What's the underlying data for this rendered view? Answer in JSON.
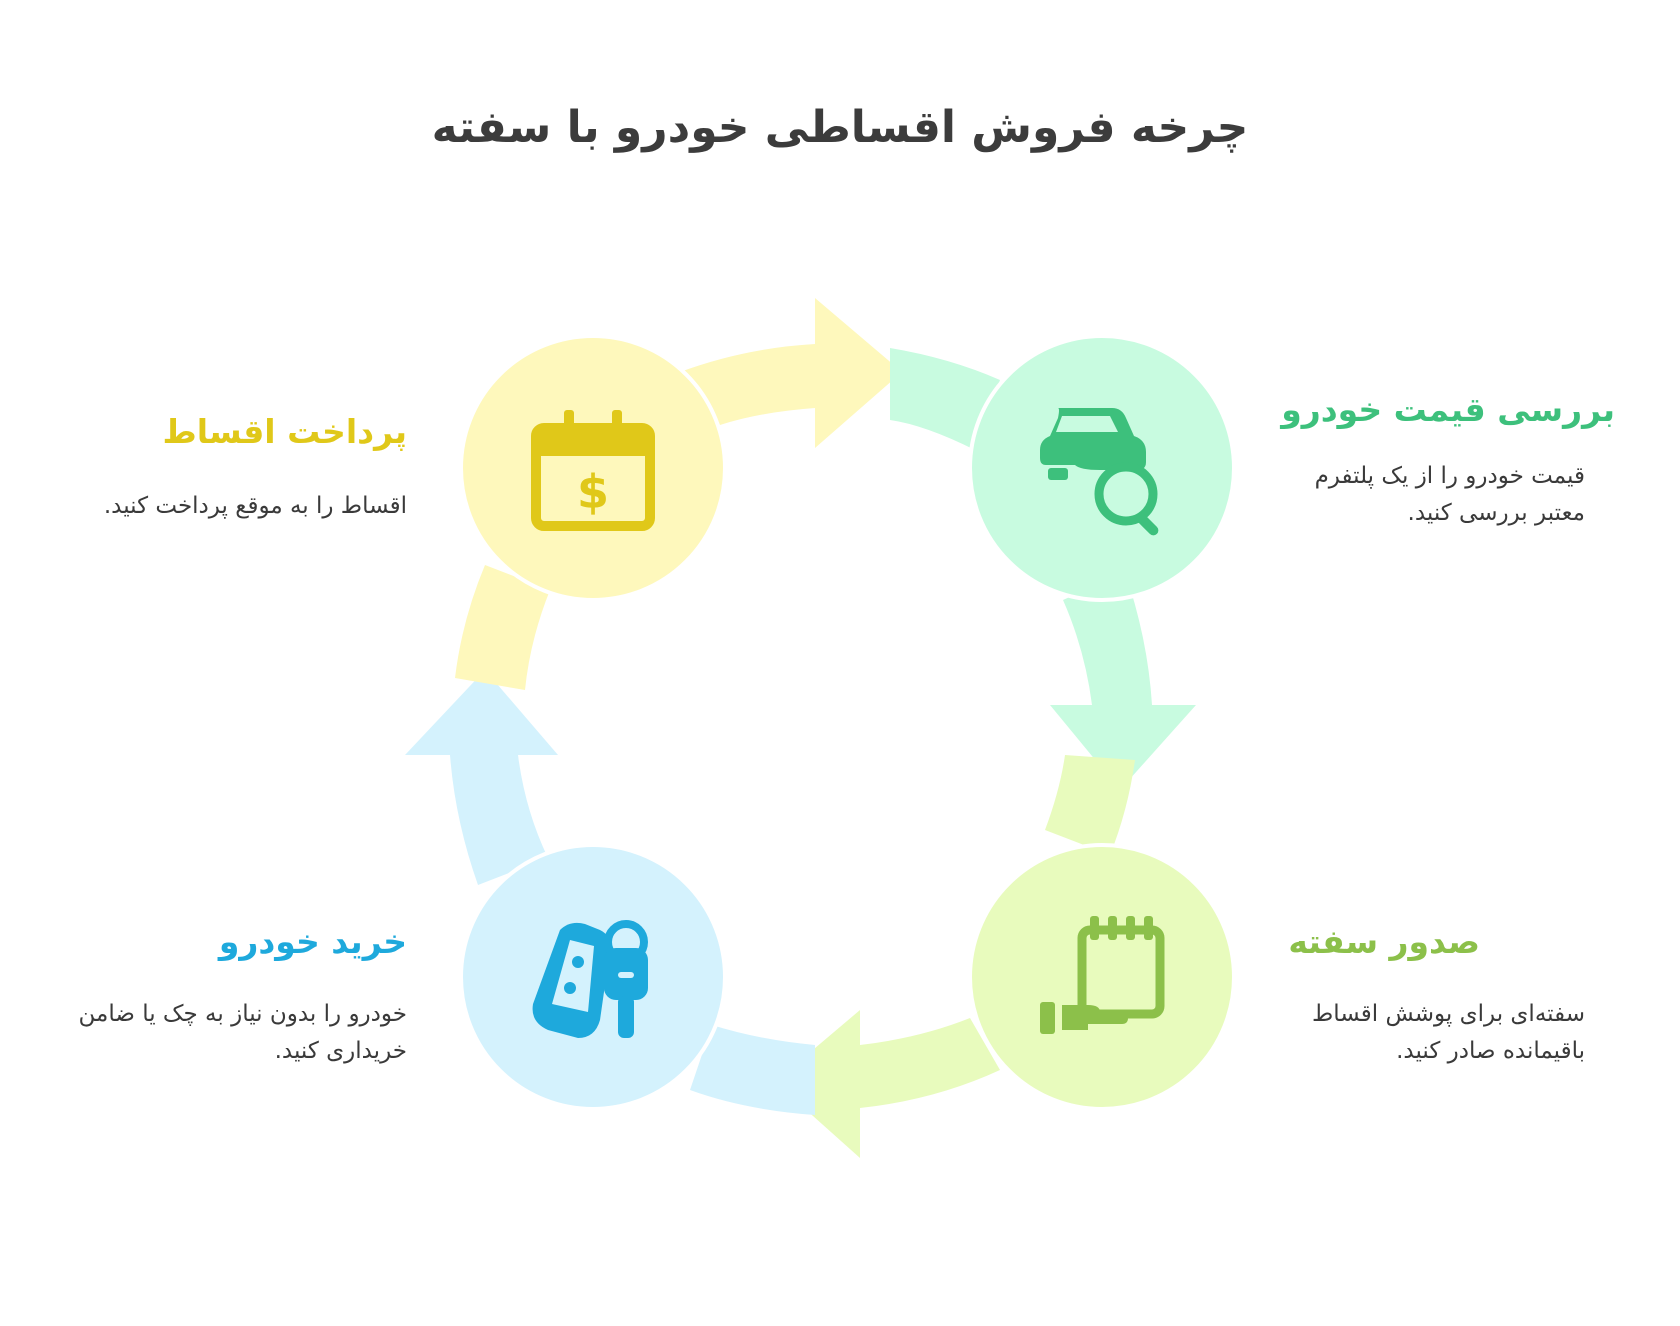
{
  "title": "چرخه فروش اقساطی خودرو با سفته",
  "colors": {
    "green": "#3dc07c",
    "green_bg": "#c8fbe0",
    "lime": "#8cc04a",
    "lime_bg": "#e8fbbd",
    "blue": "#1ea9dc",
    "blue_bg": "#d4f2fd",
    "yellow": "#e0c819",
    "yellow_bg": "#fef8bc",
    "text": "#3a3a3a"
  },
  "steps": [
    {
      "id": "price-check",
      "title": "بررسی قیمت خودرو",
      "description": "قیمت خودرو را از یک پلتفرم معتبر بررسی کنید.",
      "icon": "car-search-icon",
      "color": "#3dc07c"
    },
    {
      "id": "issue-note",
      "title": "صدور سفته",
      "description": "سفته‌ای برای پوشش اقساط باقیمانده صادر کنید.",
      "icon": "promissory-note-icon",
      "color": "#8cc04a"
    },
    {
      "id": "buy-car",
      "title": "خرید خودرو",
      "description": "خودرو را بدون نیاز به چک یا ضامن خریداری کنید.",
      "icon": "car-key-icon",
      "color": "#1ea9dc"
    },
    {
      "id": "pay-installments",
      "title": "پرداخت اقساط",
      "description": "اقساط را به موقع پرداخت کنید.",
      "icon": "calendar-dollar-icon",
      "color": "#e0c819"
    }
  ]
}
